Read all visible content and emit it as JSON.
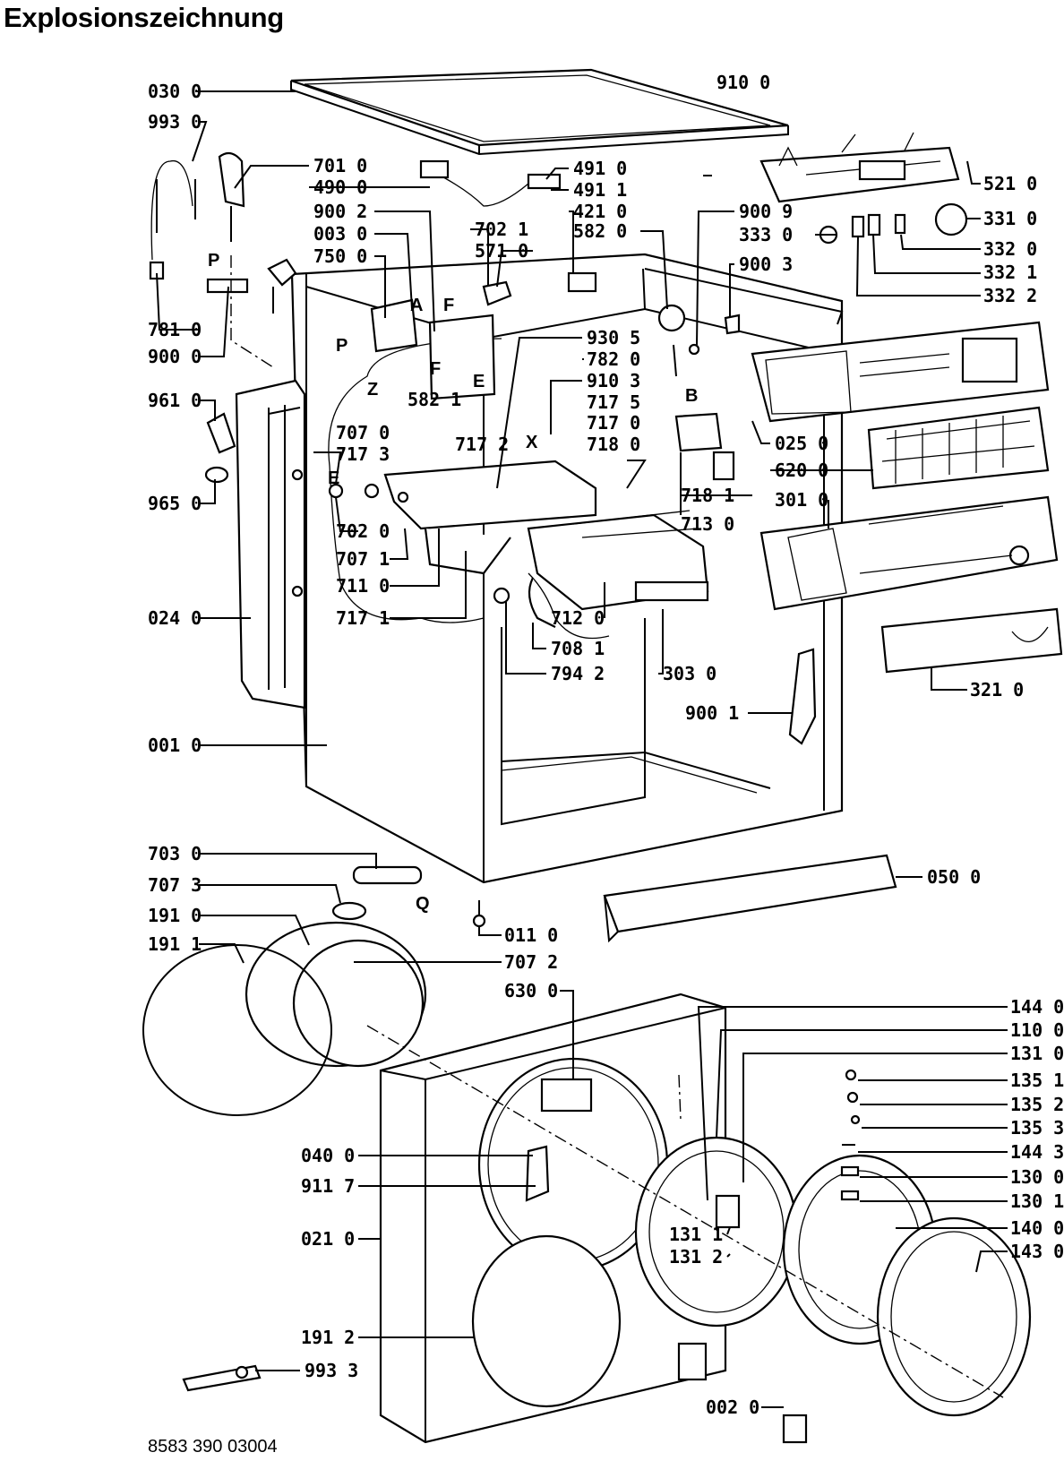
{
  "title": "Explosionszeichnung",
  "drawing_number": "8583 390 03004",
  "part_labels": {
    "p0300": "030 0",
    "p9930": "993 0",
    "p9100": "910 0",
    "p7010": "701 0",
    "p4900": "490 0",
    "p9002": "900 2",
    "p0030": "003 0",
    "p7500": "750 0",
    "p4910": "491 0",
    "p4911": "491 1",
    "p4210": "421 0",
    "p7021": "702 1",
    "p5710": "571 0",
    "p5820": "582 0",
    "p9009": "900 9",
    "p3330": "333 0",
    "p9003": "900 3",
    "p5210": "521 0",
    "p3310": "331 0",
    "p3320": "332 0",
    "p3321": "332 1",
    "p3322": "332 2",
    "p7810": "781 0",
    "p9000": "900 0",
    "p5821": "582 1",
    "p9305": "930 5",
    "p7820": "782 0",
    "p9103": "910 3",
    "p7175": "717 5",
    "p7170": "717 0",
    "p7180": "718 0",
    "p7181": "718 1",
    "p7130": "713 0",
    "p9610": "961 0",
    "p9650": "965 0",
    "p7070": "707 0",
    "p7173": "717 3",
    "p7172": "717 2",
    "p7020": "702 0",
    "p7071": "707 1",
    "p7110": "711 0",
    "p7171": "717 1",
    "p0250": "025 0",
    "p6200": "620 0",
    "p3010": "301 0",
    "p0240": "024 0",
    "p7120": "712 0",
    "p7081": "708 1",
    "p7942": "794 2",
    "p3030": "303 0",
    "p3210": "321 0",
    "p9001": "900 1",
    "p0010": "001 0",
    "p7030": "703 0",
    "p7073": "707 3",
    "p1910": "191 0",
    "p1911": "191 1",
    "p0500": "050 0",
    "p0110": "011 0",
    "p7072": "707 2",
    "p6300": "630 0",
    "p1440": "144 0",
    "p1100": "110 0",
    "p1310": "131 0",
    "p1351": "135 1",
    "p1352": "135 2",
    "p1353": "135 3",
    "p1443": "144 3",
    "p1300": "130 0",
    "p1301": "130 1",
    "p1400": "140 0",
    "p1430": "143 0",
    "p0400": "040 0",
    "p9117": "911 7",
    "p0210": "021 0",
    "p1311": "131 1",
    "p1312": "131 2",
    "p1912": "191 2",
    "p9933": "993 3",
    "p0020": "002 0"
  },
  "callout_letters": {
    "P": "P",
    "A": "A",
    "F": "F",
    "Z": "Z",
    "E": "E",
    "B": "B",
    "X": "X",
    "Q": "Q"
  }
}
